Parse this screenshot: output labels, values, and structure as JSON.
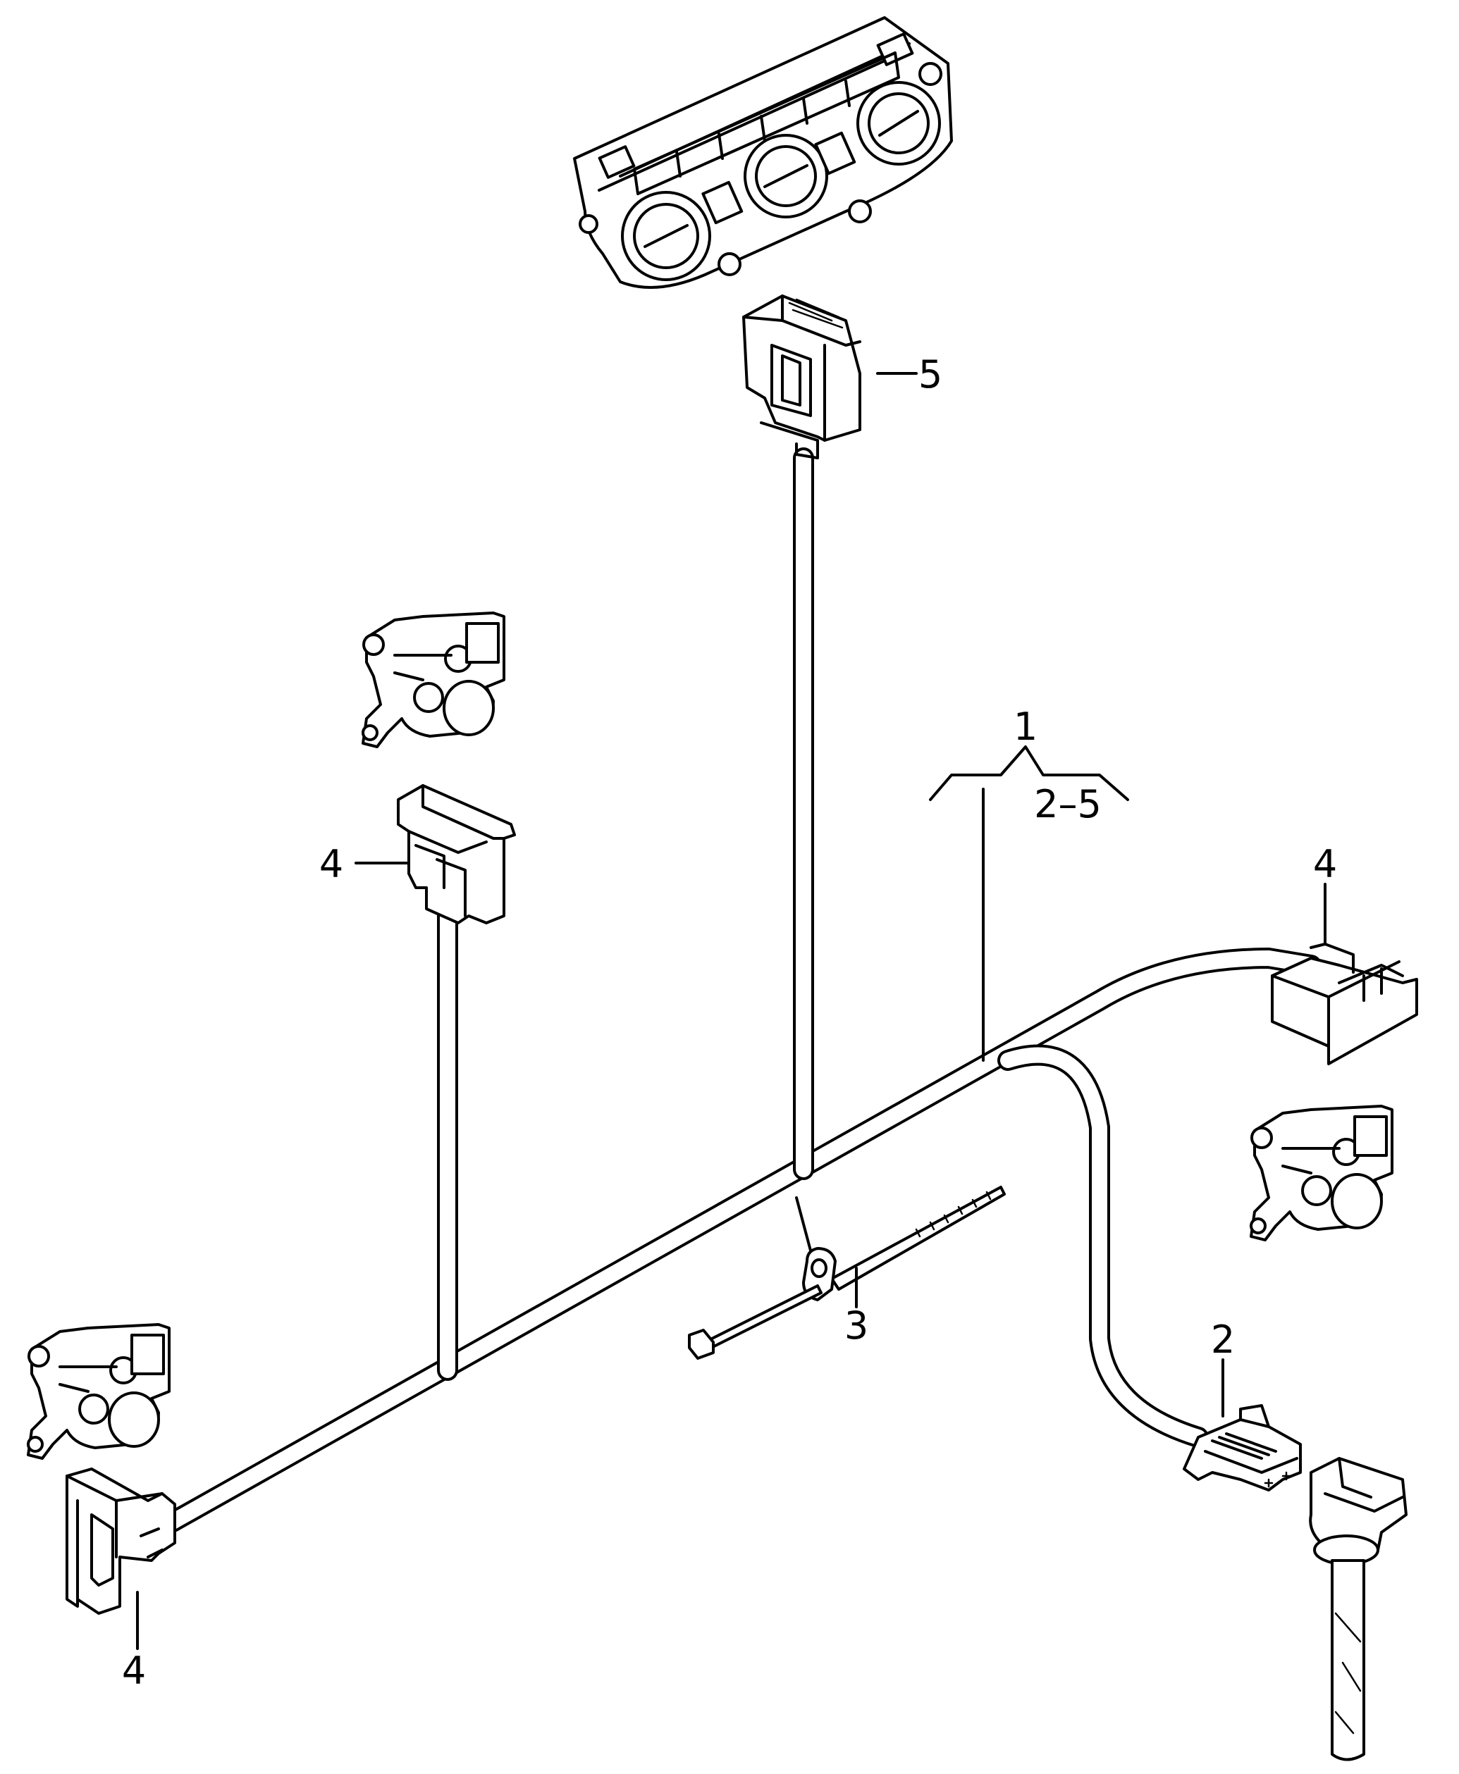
{
  "callouts": {
    "group_number": "1",
    "group_range": "2–5",
    "part_2": "2",
    "part_3": "3",
    "part_4_left": "4",
    "part_4_right": "4",
    "part_4_bottom": "4",
    "part_5": "5"
  },
  "icons": {
    "control_unit": "climate-control-panel-icon",
    "connector": "connector-housing-icon",
    "actuator": "servo-motor-icon",
    "cable_tie": "cable-tie-icon",
    "sensor": "temperature-sensor-icon"
  },
  "colors": {
    "line": "#000000",
    "background": "#ffffff"
  }
}
